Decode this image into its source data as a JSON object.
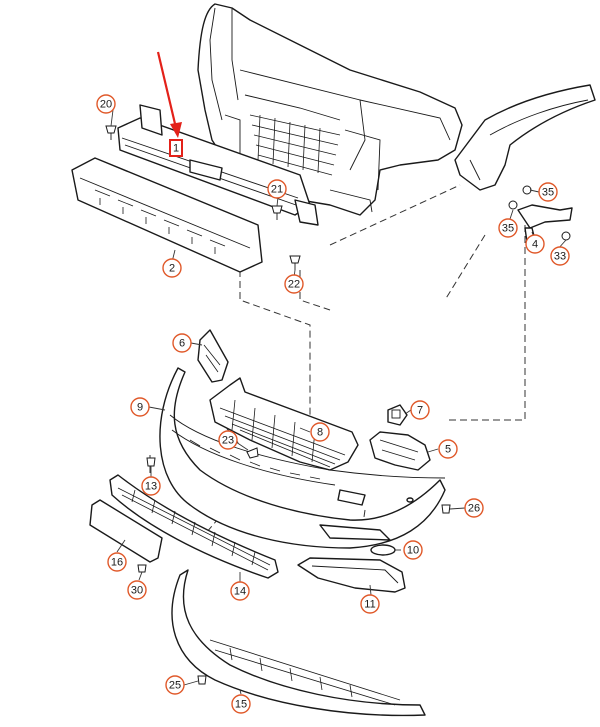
{
  "colors": {
    "callout_ring": "#e0592a",
    "highlight": "#e32119",
    "line": "#1a1a1a"
  },
  "highlight_label": "1",
  "callouts": [
    {
      "id": "c20",
      "label": "20"
    },
    {
      "id": "c2",
      "label": "2"
    },
    {
      "id": "c21",
      "label": "21"
    },
    {
      "id": "c22",
      "label": "22"
    },
    {
      "id": "c35a",
      "label": "35"
    },
    {
      "id": "c35b",
      "label": "35"
    },
    {
      "id": "c4",
      "label": "4"
    },
    {
      "id": "c33",
      "label": "33"
    },
    {
      "id": "c6",
      "label": "6"
    },
    {
      "id": "c9",
      "label": "9"
    },
    {
      "id": "c7",
      "label": "7"
    },
    {
      "id": "c8",
      "label": "8"
    },
    {
      "id": "c23",
      "label": "23"
    },
    {
      "id": "c5",
      "label": "5"
    },
    {
      "id": "c13",
      "label": "13"
    },
    {
      "id": "c26",
      "label": "26"
    },
    {
      "id": "c10",
      "label": "10"
    },
    {
      "id": "c16",
      "label": "16"
    },
    {
      "id": "c14",
      "label": "14"
    },
    {
      "id": "c30",
      "label": "30"
    },
    {
      "id": "c11",
      "label": "11"
    },
    {
      "id": "c25",
      "label": "25"
    },
    {
      "id": "c15",
      "label": "15"
    }
  ]
}
